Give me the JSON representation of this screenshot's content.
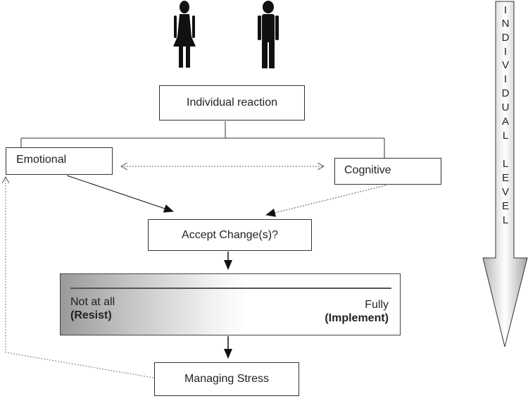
{
  "individual_box": {
    "label": "Individual reaction"
  },
  "emotional_box": {
    "label": "Emotional"
  },
  "cognitive_box": {
    "label": "Cognitive"
  },
  "accept_box": {
    "label": "Accept Change(s)?"
  },
  "spectrum": {
    "left_line1": "Not at all",
    "left_line2": "(Resist)",
    "right_line1": "Fully",
    "right_line2": "(Implement)"
  },
  "stress_box": {
    "label": "Managing Stress"
  },
  "level_arrow": {
    "letters": [
      "I",
      "N",
      "D",
      "I",
      "V",
      "I",
      "D",
      "U",
      "A",
      "L",
      "",
      "L",
      "E",
      "V",
      "E",
      "L"
    ]
  },
  "icons": [
    "female-person-icon",
    "male-person-icon"
  ]
}
